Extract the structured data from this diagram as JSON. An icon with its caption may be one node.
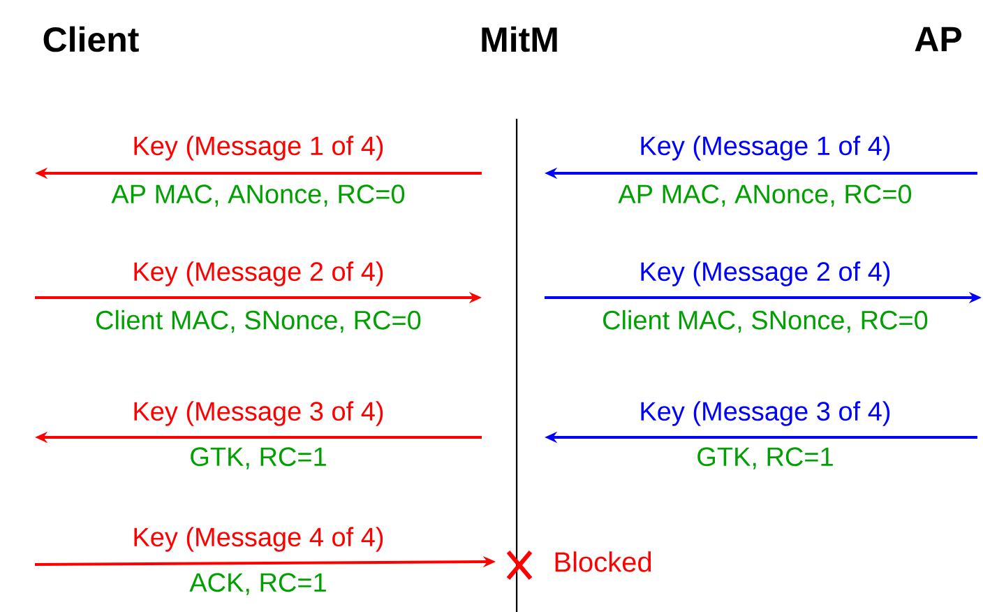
{
  "diagram": {
    "nodes": [
      {
        "text": [
          "Client"
        ]
      },
      {
        "text": [
          "MitM"
        ]
      },
      {
        "text": [
          "AP"
        ]
      },
      {
        "text": [
          "Blocked"
        ]
      }
    ],
    "labels": [
      "Key (Message 1 of 4)",
      "Key (Message 1 of 4)",
      "AP MAC, ANonce, RC=0",
      "AP MAC, ANonce, RC=0",
      "Key (Message 2 of 4)",
      "Key (Message 2 of 4)",
      "Client MAC, SNonce, RC=0",
      "Client MAC, SNonce, RC=0",
      "Key (Message 3 of 4)",
      "Key (Message 3 of 4)",
      "GTK, RC=1",
      "GTK, RC=1",
      "ACK, RC=1"
    ],
    "edges": [
      {
        "from": null,
        "to": 3,
        "arrow": "to",
        "label": "Key (Message 4 of 4)"
      }
    ]
  }
}
